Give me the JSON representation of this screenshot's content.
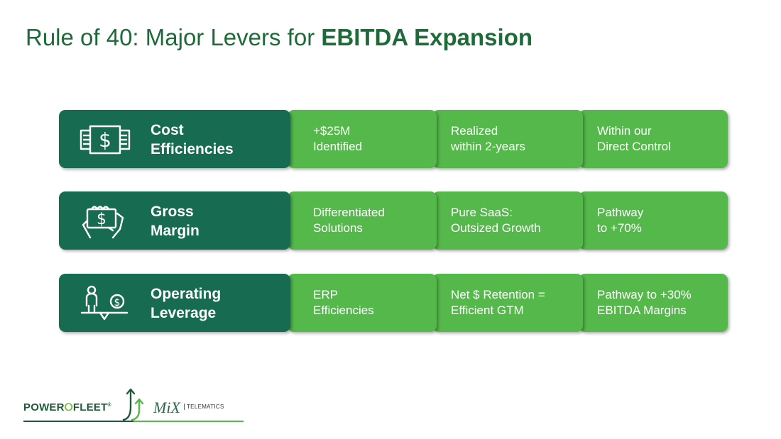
{
  "title": {
    "regular": "Rule of 40: Major Levers for ",
    "bold": "EBITDA Expansion"
  },
  "rows": [
    {
      "label": "Cost\nEfficiencies",
      "icon": "cash-stack-icon",
      "items": [
        "+$25M\nIdentified",
        "Realized\nwithin 2-years",
        "Within our\nDirect Control"
      ]
    },
    {
      "label": "Gross\nMargin",
      "icon": "hand-holding-money-icon",
      "items": [
        "Differentiated\nSolutions",
        "Pure SaaS:\nOutsized Growth",
        "Pathway\nto +70%"
      ]
    },
    {
      "label": "Operating\nLeverage",
      "icon": "person-balance-scale-icon",
      "items": [
        "ERP\nEfficiencies",
        "Net $ Retention =\nEfficient GTM",
        "Pathway to +30%\nEBITDA Margins"
      ]
    }
  ],
  "logo": {
    "brand_left": "POWER",
    "brand_right": "FLEET",
    "registered": "®",
    "mix": "MiX",
    "telematics": "TELEMATICS"
  },
  "colors": {
    "title": "#1e6b3a",
    "dark_green": "#166b50",
    "light_green": "#55b84b"
  }
}
